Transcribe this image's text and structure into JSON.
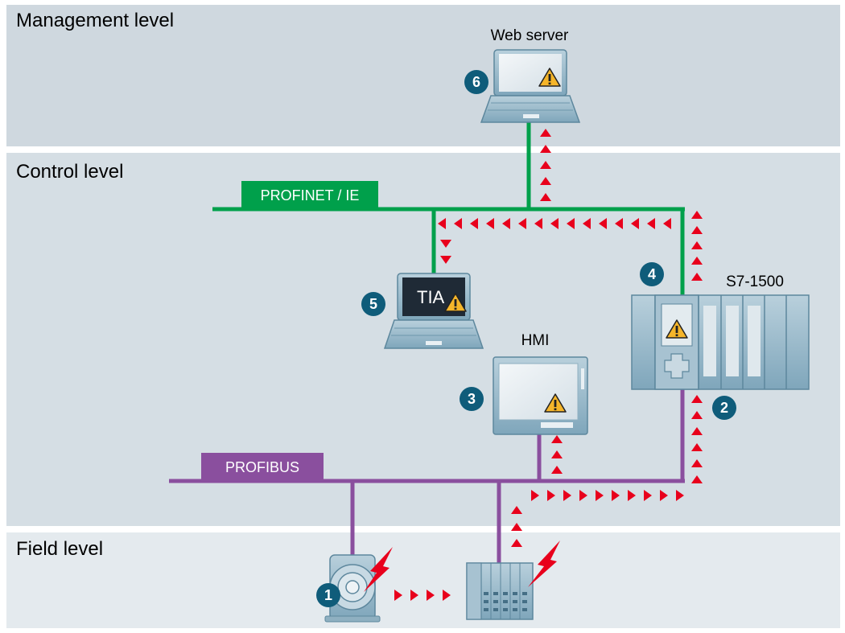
{
  "levels": {
    "management": "Management level",
    "control": "Control level",
    "field": "Field level"
  },
  "devices": {
    "web_server": "Web server",
    "hmi": "HMI",
    "plc": "S7-1500",
    "engineering": "TIA"
  },
  "buses": {
    "profinet": "PROFINET / IE",
    "profibus": "PROFIBUS"
  },
  "markers": [
    "1",
    "2",
    "3",
    "4",
    "5",
    "6"
  ],
  "colors": {
    "profinet": "#00a04b",
    "profibus": "#8a4f9e",
    "arrows": "#e8001c",
    "markers": "#0f5c7a",
    "warning": "#f5b52a"
  },
  "icons": [
    "warning-icon",
    "laptop-icon",
    "hmi-panel-icon",
    "plc-rack-icon",
    "motor-icon",
    "io-module-icon",
    "lightning-icon"
  ]
}
